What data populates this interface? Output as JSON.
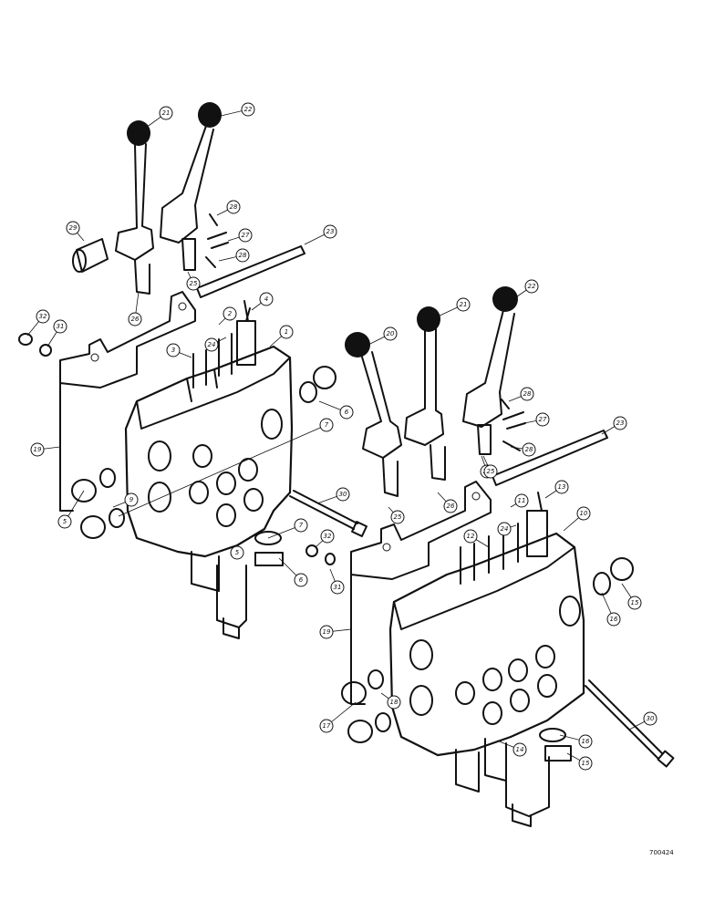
{
  "drawing_id": "700424",
  "parts": [
    {
      "label": "1"
    },
    {
      "label": "2"
    },
    {
      "label": "3"
    },
    {
      "label": "4"
    },
    {
      "label": "5"
    },
    {
      "label": "5"
    },
    {
      "label": "6"
    },
    {
      "label": "6"
    },
    {
      "label": "7"
    },
    {
      "label": "7"
    },
    {
      "label": "9"
    },
    {
      "label": "10"
    },
    {
      "label": "11"
    },
    {
      "label": "12"
    },
    {
      "label": "13"
    },
    {
      "label": "14"
    },
    {
      "label": "15"
    },
    {
      "label": "15"
    },
    {
      "label": "16"
    },
    {
      "label": "16"
    },
    {
      "label": "17"
    },
    {
      "label": "18"
    },
    {
      "label": "19"
    },
    {
      "label": "19"
    },
    {
      "label": "20"
    },
    {
      "label": "21"
    },
    {
      "label": "21"
    },
    {
      "label": "22"
    },
    {
      "label": "22"
    },
    {
      "label": "23"
    },
    {
      "label": "23"
    },
    {
      "label": "24"
    },
    {
      "label": "24"
    },
    {
      "label": "25"
    },
    {
      "label": "25"
    },
    {
      "label": "25"
    },
    {
      "label": "25"
    },
    {
      "label": "26"
    },
    {
      "label": "26"
    },
    {
      "label": "27"
    },
    {
      "label": "27"
    },
    {
      "label": "28"
    },
    {
      "label": "28"
    },
    {
      "label": "28"
    },
    {
      "label": "28"
    },
    {
      "label": "29"
    },
    {
      "label": "30"
    },
    {
      "label": "30"
    },
    {
      "label": "31"
    },
    {
      "label": "31"
    },
    {
      "label": "32"
    },
    {
      "label": "32"
    }
  ]
}
